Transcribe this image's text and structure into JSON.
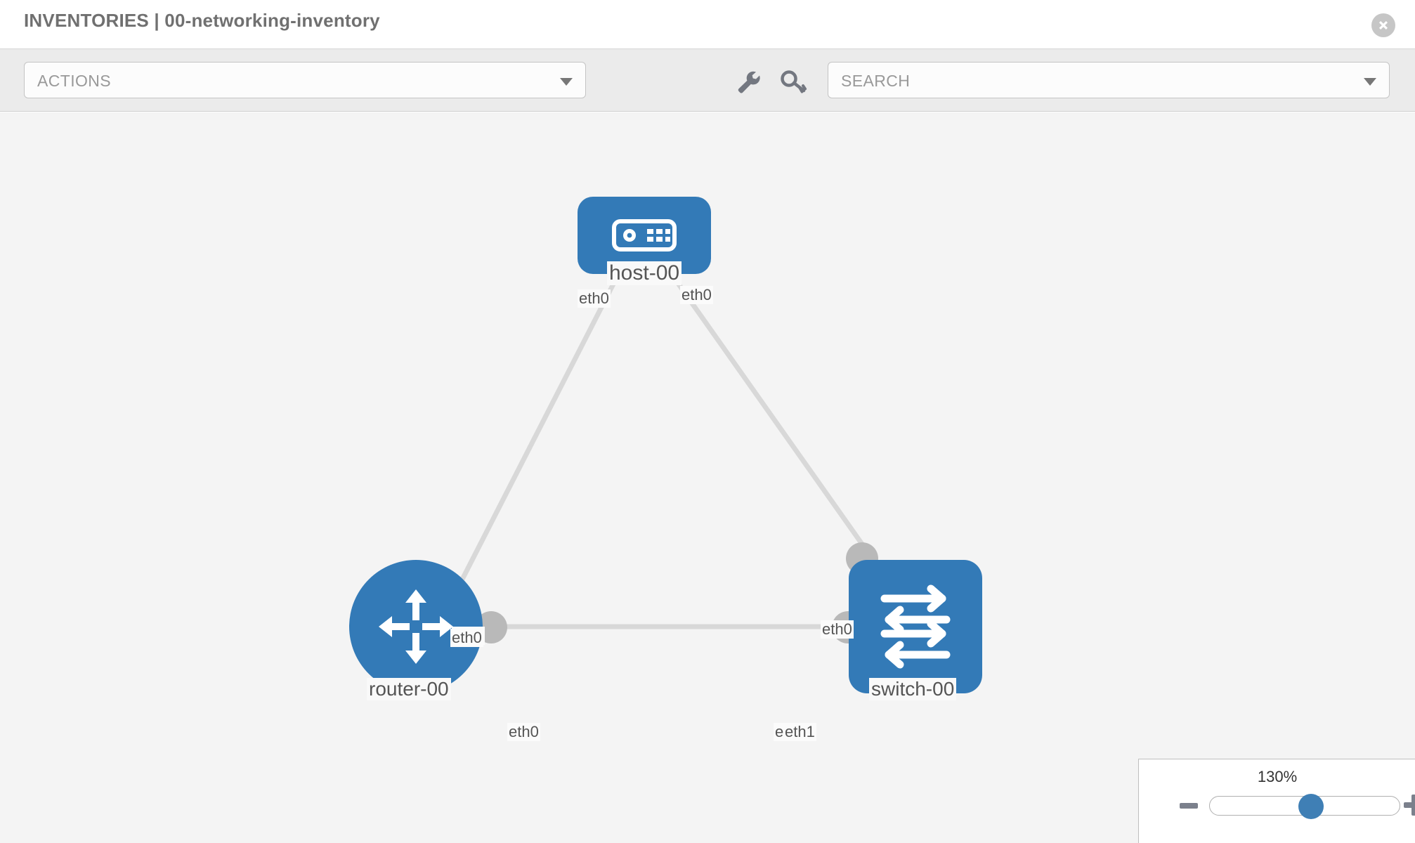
{
  "header": {
    "title": "INVENTORIES | 00-networking-inventory",
    "close_icon": "close-icon"
  },
  "toolbar": {
    "actions_label": "ACTIONS",
    "actions_caret": "chevron-down-icon",
    "wrench_icon": "wrench-icon",
    "key_icon": "key-icon",
    "search_placeholder": "SEARCH",
    "search_caret": "chevron-down-icon"
  },
  "colors": {
    "node_blue": "#337ab7",
    "edge_gray": "#d8d8d8",
    "anchor_gray": "#b9b9b9",
    "canvas_bg": "#f4f4f4",
    "toolbar_bg": "#ebebeb",
    "text_gray": "#555555"
  },
  "topology": {
    "nodes": [
      {
        "id": "host-00",
        "label": "host-00",
        "type": "host",
        "icon": "server-icon"
      },
      {
        "id": "router-00",
        "label": "router-00",
        "type": "router",
        "icon": "router-arrows-icon"
      },
      {
        "id": "switch-00",
        "label": "switch-00",
        "type": "switch",
        "icon": "switch-arrows-icon"
      }
    ],
    "links": [
      {
        "from": "host-00",
        "from_iface": "eth0",
        "to": "router-00",
        "to_iface": "eth0"
      },
      {
        "from": "host-00",
        "from_iface": "eth0",
        "to": "switch-00",
        "to_iface": "eth0"
      },
      {
        "from": "router-00",
        "from_iface": "eth0",
        "to": "switch-00",
        "to_iface": "eth1"
      }
    ],
    "iface_labels": {
      "host_left": "eth0",
      "host_right": "eth0",
      "router_up": "eth0",
      "switch_up": "eth0",
      "router_right": "eth0",
      "switch_left_under": "eth0",
      "switch_left": "eth1"
    }
  },
  "zoom_control": {
    "percent": "130%",
    "minus_label": "minus-icon",
    "plus_label": "plus-icon"
  }
}
